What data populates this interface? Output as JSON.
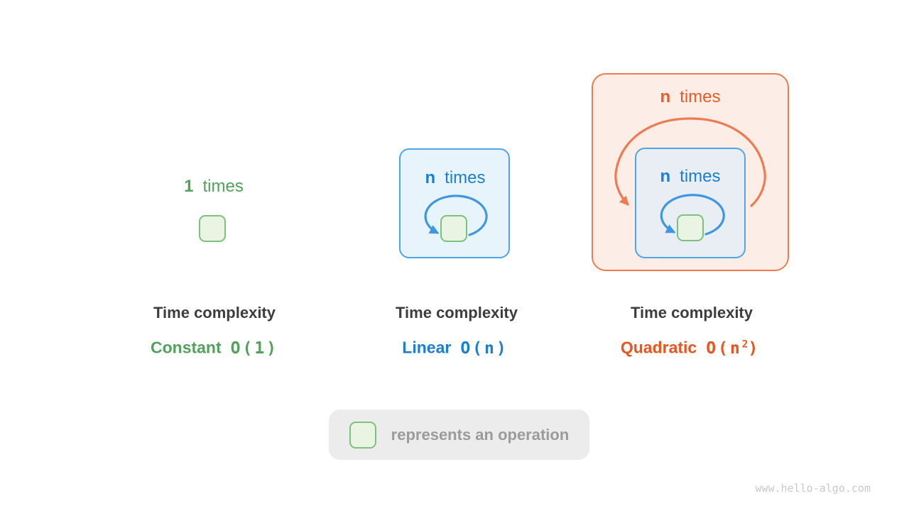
{
  "watermark": "www.hello-algo.com",
  "colors": {
    "green_text": "#53a15c",
    "green_box_border": "#7cc17c",
    "green_box_fill": "#eaf4e3",
    "blue_text": "#1b7ed3",
    "blue_box_border": "#4ea5e8",
    "blue_loop_arrow": "#3e97e2",
    "blue_box_fill": "#e8f4fb",
    "blue_box_fill_nested": "#e9eef4",
    "orange_text": "#ea5b2b",
    "orange_loop_arrow": "#ee7b51",
    "orange_box_border": "#ee7b51",
    "orange_box_fill": "#fceee6",
    "title_text": "#3d3d3d",
    "legend_bg": "#ececec",
    "legend_text": "#9b9b9b",
    "watermark_text": "#c9c9c9"
  },
  "legend": {
    "label": "represents an operation"
  },
  "panels": [
    {
      "id": "constant",
      "count": "1",
      "times": "times",
      "title": "Time complexity",
      "name": "Constant",
      "o_prefix": "O(1)",
      "o_sup": "",
      "o_suffix": ""
    },
    {
      "id": "linear",
      "count": "n",
      "times": "times",
      "title": "Time complexity",
      "name": "Linear",
      "o_prefix": "O(n)",
      "o_sup": "",
      "o_suffix": ""
    },
    {
      "id": "quadratic",
      "outer_count": "n",
      "outer_times": "times",
      "count": "n",
      "times": "times",
      "title": "Time complexity",
      "name": "Quadratic",
      "o_prefix": "O(n",
      "o_sup": "2",
      "o_suffix": ")"
    }
  ]
}
